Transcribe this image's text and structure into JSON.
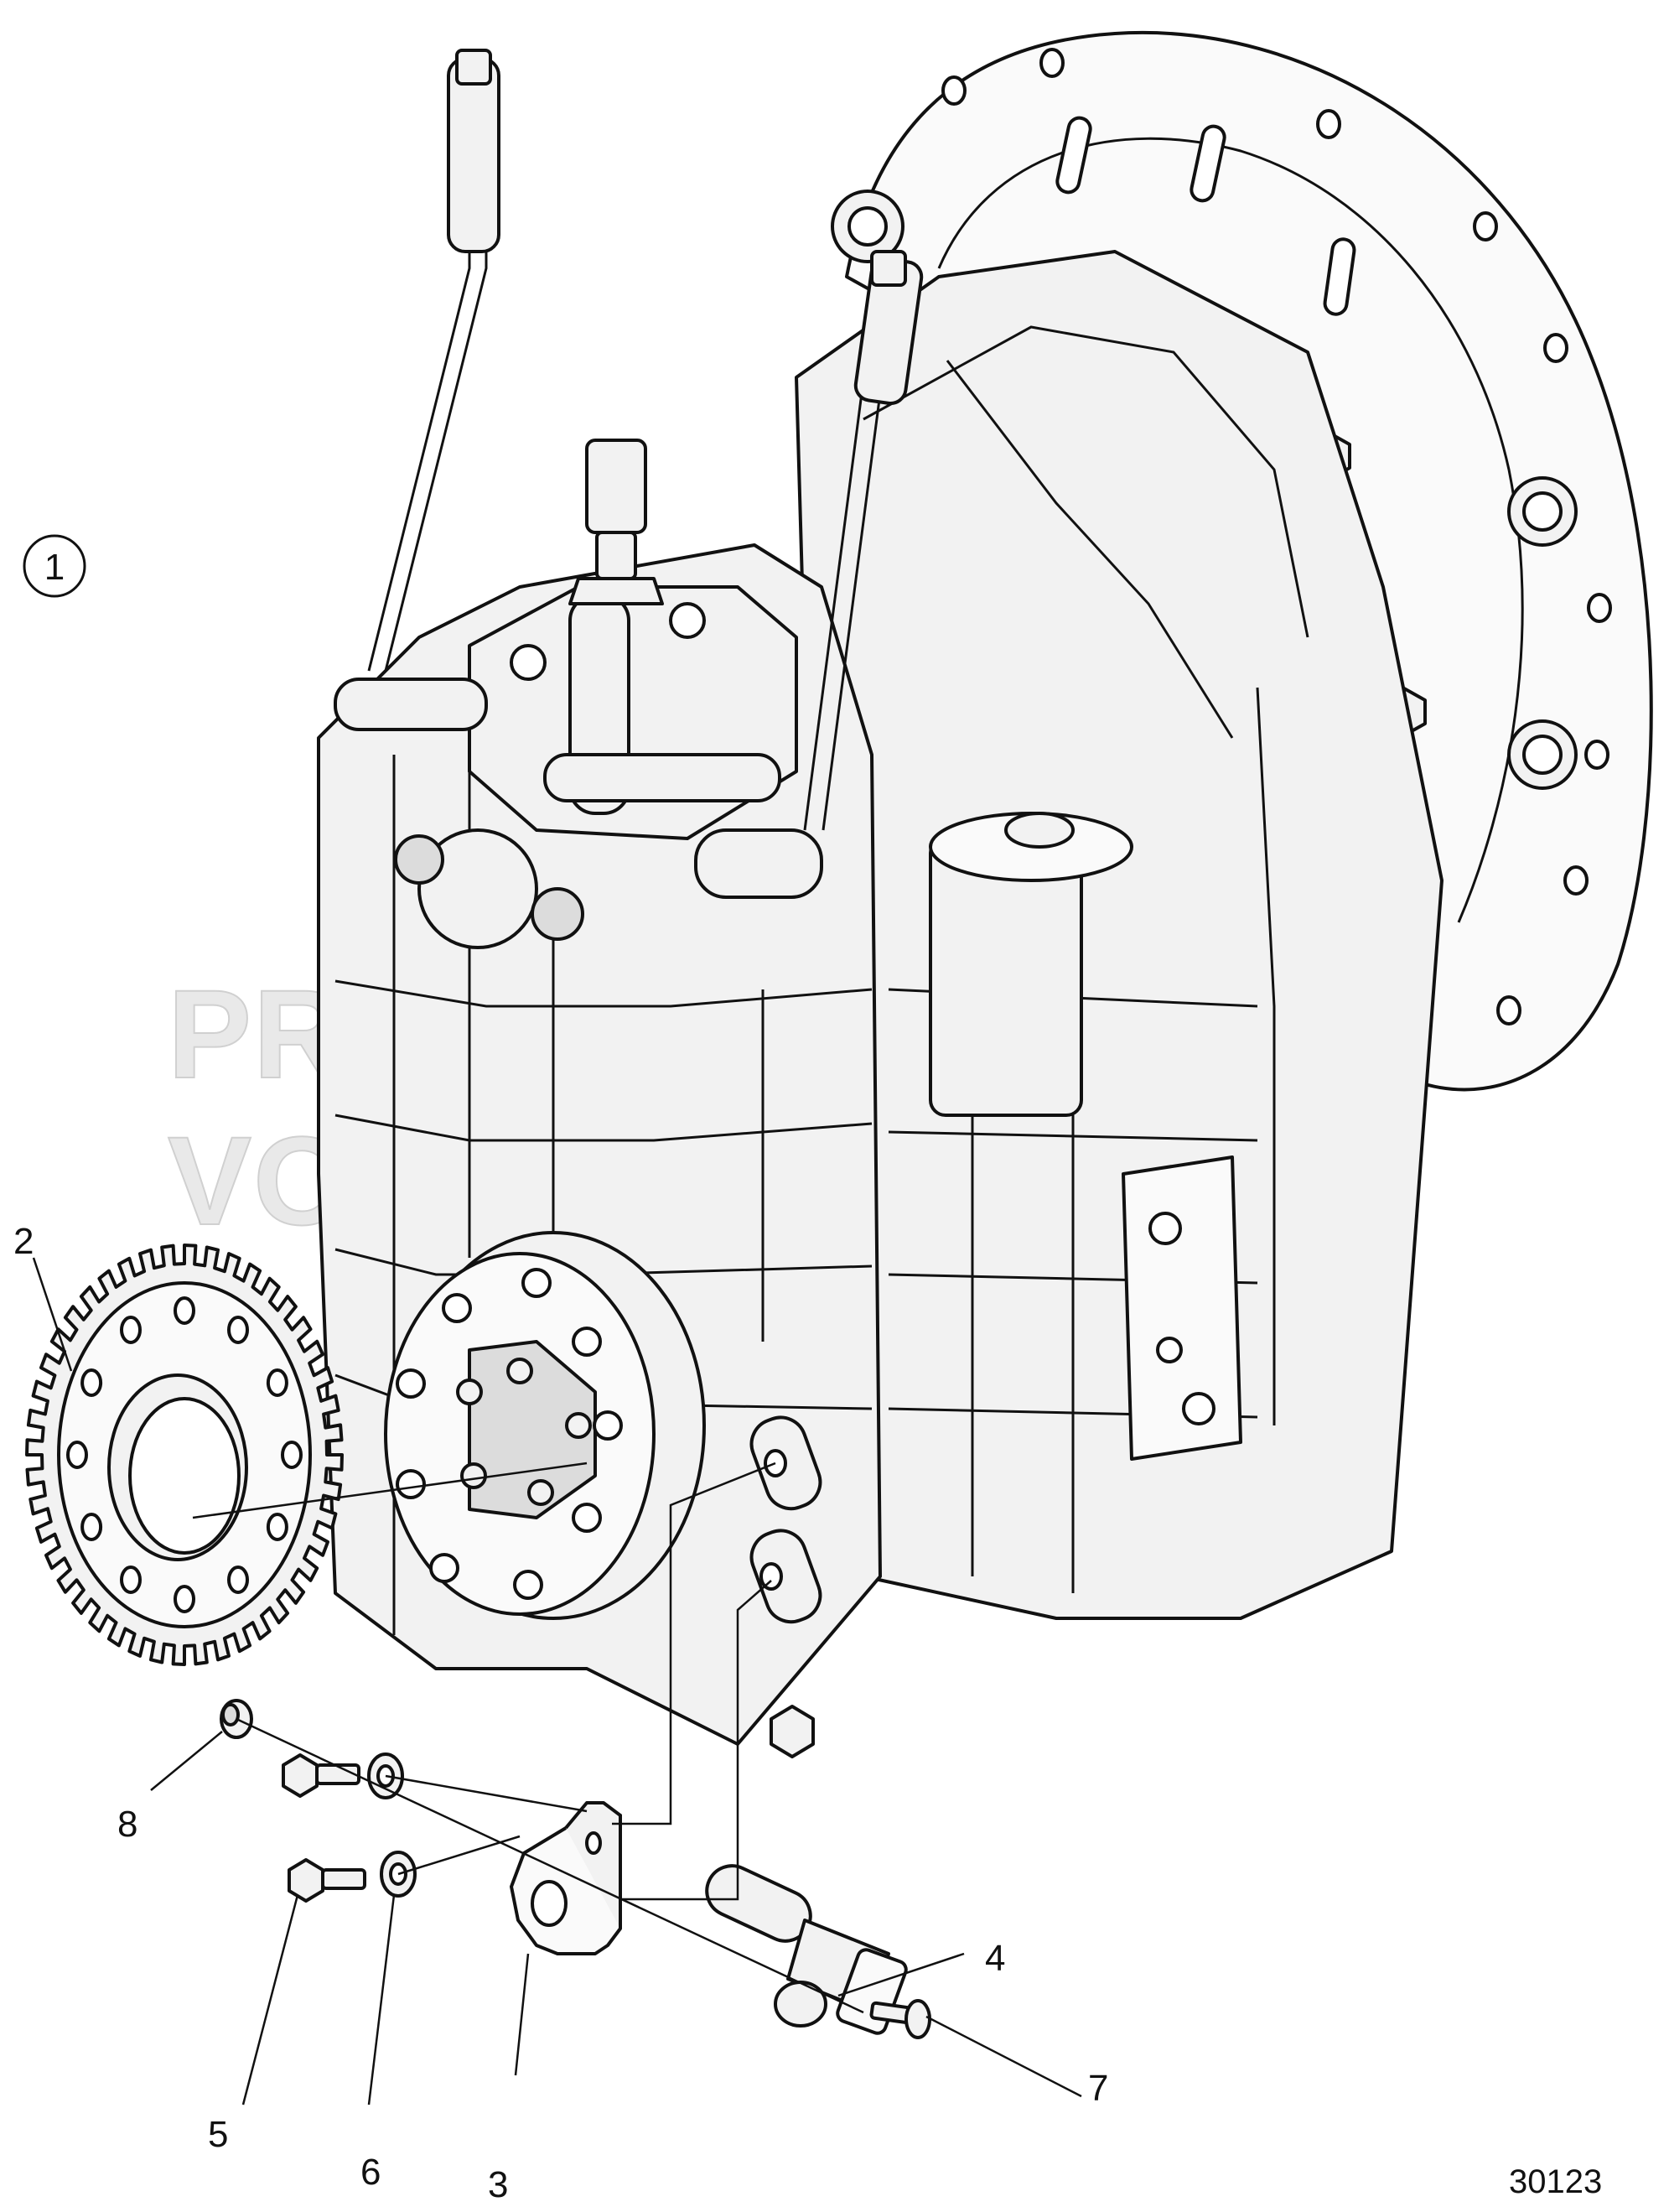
{
  "diagram": {
    "assembly_callout": "1",
    "callouts": [
      "2",
      "3",
      "4",
      "5",
      "6",
      "7",
      "8"
    ],
    "watermark_line1": "PROPERTY OF",
    "watermark_line2": "VOLVO PENTA",
    "document_number": "30123"
  }
}
